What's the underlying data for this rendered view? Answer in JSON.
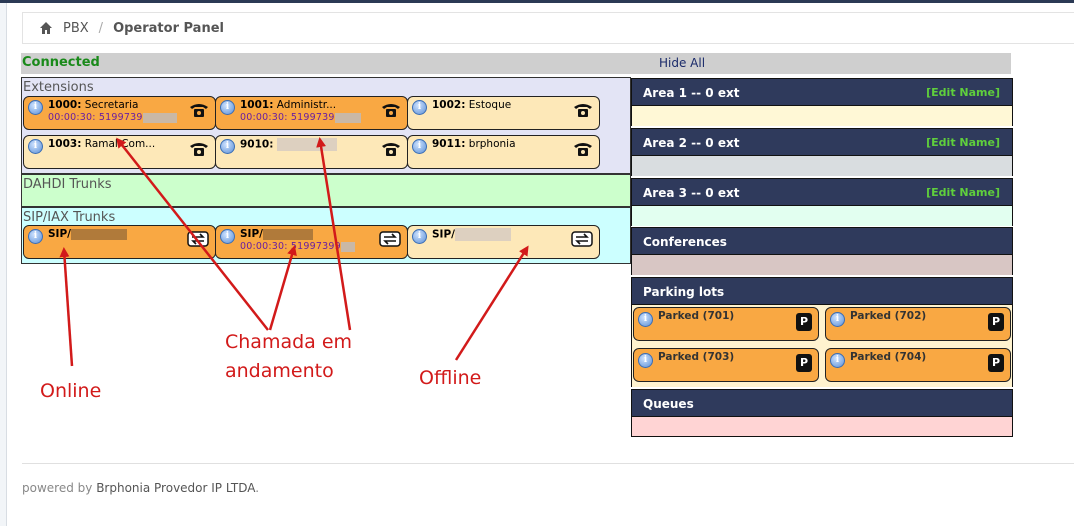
{
  "breadcrumb": {
    "home": "PBX",
    "separator": "/",
    "current": "Operator Panel"
  },
  "status": {
    "connected": "Connected",
    "hide_all": "Hide All"
  },
  "sections": {
    "extensions": "Extensions",
    "dahdi": "DAHDI Trunks",
    "sip": "SIP/IAX Trunks"
  },
  "extensions": [
    {
      "num": "1000:",
      "name": " Secretaria",
      "timer": "00:00:30: 5199739"
    },
    {
      "num": "1001:",
      "name": " Administr...",
      "timer": "00:00:30: 5199739"
    },
    {
      "num": "1002:",
      "name": " Estoque",
      "timer": ""
    },
    {
      "num": "1003:",
      "name": " Ramal Com...",
      "timer": ""
    },
    {
      "num": "9010:",
      "name": " ",
      "timer": ""
    },
    {
      "num": "9011:",
      "name": " brphonia",
      "timer": ""
    }
  ],
  "trunks": [
    {
      "name": "SIP/",
      "timer": ""
    },
    {
      "name": "SIP/",
      "timer": "00:00:30: 51997399"
    },
    {
      "name": "SIP/",
      "timer": ""
    }
  ],
  "areas": [
    {
      "title": "Area 1 -- 0 ext",
      "edit": "[Edit Name]"
    },
    {
      "title": "Area 2 -- 0 ext",
      "edit": "[Edit Name]"
    },
    {
      "title": "Area 3 -- 0 ext",
      "edit": "[Edit Name]"
    }
  ],
  "conferences": "Conferences",
  "parking": {
    "title": "Parking lots",
    "badge": "P",
    "lots": [
      "Parked (701)",
      "Parked (702)",
      "Parked (703)",
      "Parked (704)"
    ]
  },
  "queues": "Queues",
  "annotations": {
    "online": "Online",
    "in_progress_line1": "Chamada em",
    "in_progress_line2": "andamento",
    "offline": "Offline"
  },
  "footer": {
    "prefix": "powered by",
    "company": "Brphonia Provedor IP LTDA",
    "suffix": "."
  },
  "colors": {
    "online": "#f9a843",
    "offline": "#fde8b8",
    "panel_header": "#2f3a5c",
    "connected": "#1a8a1a",
    "annotation": "#d21a1a"
  }
}
